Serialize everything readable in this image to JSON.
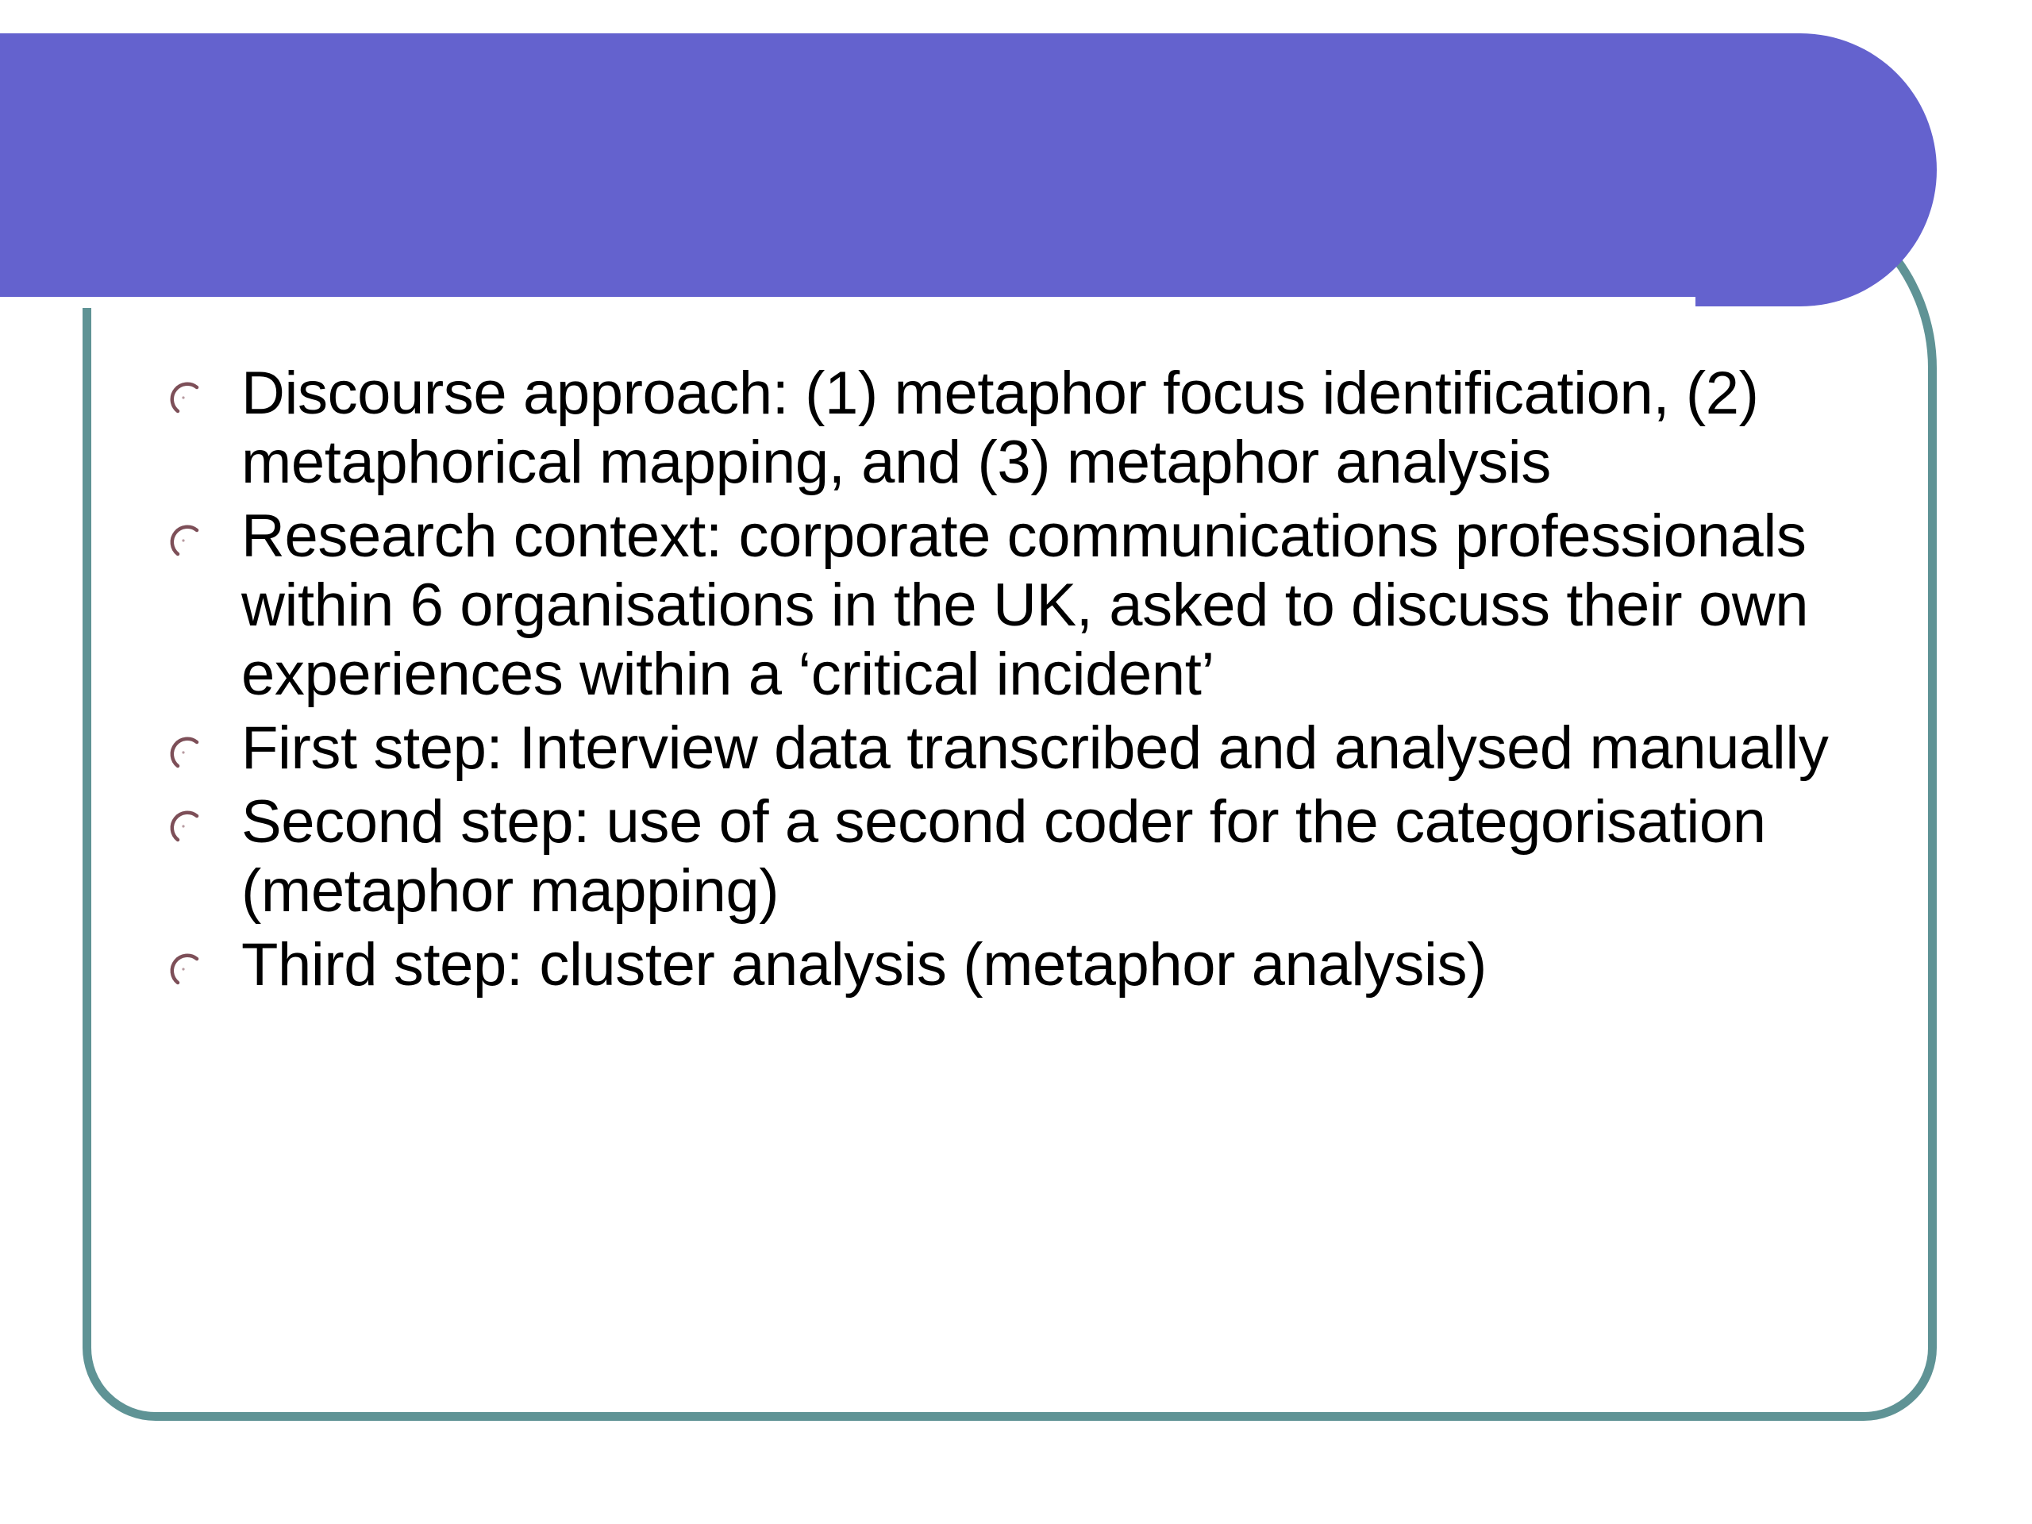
{
  "slide": {
    "background_color": "#ffffff",
    "header": {
      "band_color": "#6462ce",
      "rule_color": "#ffffff",
      "title": ""
    },
    "frame": {
      "border_color": "#5f9395",
      "fill": "transparent"
    },
    "bullets": {
      "marker_icon": "open-circle-arc-bullet",
      "marker_color": "#7d4f58",
      "text_color": "#000000",
      "items": [
        "Discourse approach: (1) metaphor focus identification, (2) metaphorical mapping, and (3) metaphor analysis",
        "Research context: corporate communications professionals within 6 organisations in the UK, asked to discuss their own experiences within a ‘critical incident’",
        "First step: Interview data transcribed and analysed manually",
        "Second step: use of a second coder for the categorisation (metaphor mapping)",
        "Third step: cluster analysis (metaphor analysis)"
      ]
    }
  }
}
